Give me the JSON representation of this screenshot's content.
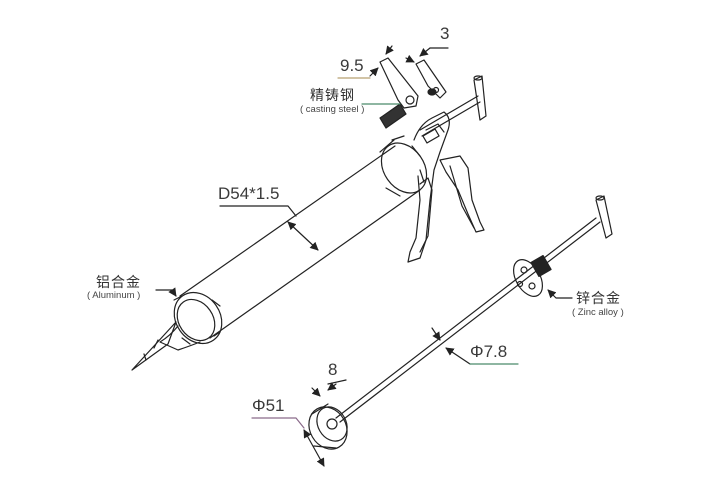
{
  "diagram": {
    "title": "Caulking gun exploded view with dimensions",
    "parts": [
      {
        "id": "trigger-plate",
        "dimension": "3"
      },
      {
        "id": "pawl",
        "dimension": "9.5"
      },
      {
        "id": "pawl-material",
        "label_cn": "精铸钢",
        "label_en": "( casting steel )"
      },
      {
        "id": "barrel",
        "dimension": "D54*1.5"
      },
      {
        "id": "end-cap",
        "label_cn": "铝合金",
        "label_en": "( Aluminum )"
      },
      {
        "id": "rod-disc",
        "label_cn": "锌合金",
        "label_en": "( Zinc alloy )"
      },
      {
        "id": "rod",
        "dimension": "Φ7.8"
      },
      {
        "id": "plunger-thickness",
        "dimension": "8"
      },
      {
        "id": "plunger-diameter",
        "dimension": "Φ51"
      }
    ]
  },
  "labels": {
    "dim_3": "3",
    "dim_9_5": "9.5",
    "casting_cn": "精铸钢",
    "casting_en": "( casting steel )",
    "barrel_dim": "D54*1.5",
    "aluminum_cn": "铝合金",
    "aluminum_en": "( Aluminum )",
    "zinc_cn": "锌合金",
    "zinc_en": "( Zinc alloy )",
    "rod_dim": "Φ7.8",
    "plunger_thick": "8",
    "plunger_dia": "Φ51"
  },
  "colors": {
    "line": "#222222",
    "leader_gold": "#b8a070",
    "leader_purple": "#8a6a8a",
    "leader_green": "#4a8a6a"
  }
}
